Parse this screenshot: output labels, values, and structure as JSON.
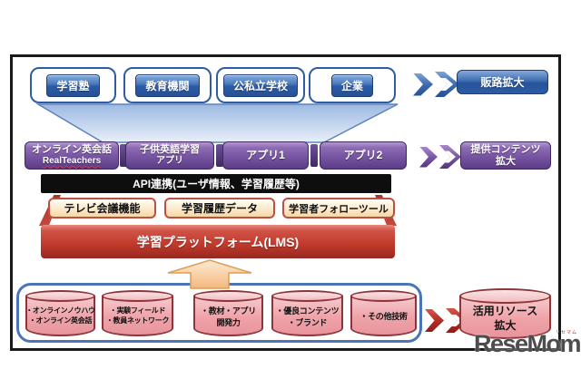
{
  "colors": {
    "frame_border": "#1a1a1a",
    "blue_accent": "#2e5da6",
    "purple_accent": "#6a4796",
    "red_accent": "#c0392b",
    "black_bar": "#0e0e0e",
    "cream_module": "#fbe9cb",
    "pink_cylinder": "#efa3a9",
    "orange_arrow": "#f8cf9f",
    "container_border": "#4a76b8"
  },
  "top_row": {
    "boxes": [
      {
        "label": "学習塾"
      },
      {
        "label": "教育機関"
      },
      {
        "label": "公私立学校"
      },
      {
        "label": "企業"
      }
    ],
    "target": {
      "label": "販路拡大"
    }
  },
  "app_row": {
    "boxes": [
      {
        "line1": "オンライン英会話",
        "line2": "RealTeachers"
      },
      {
        "line1": "子供英語学習",
        "line2": "アプリ"
      },
      {
        "line1": "アプリ1",
        "line2": ""
      },
      {
        "line1": "アプリ2",
        "line2": ""
      }
    ],
    "target": {
      "line1": "提供コンテンツ",
      "line2": "拡大"
    }
  },
  "api_bar": {
    "label": "API連携(ユーザ情報、学習履歴等)"
  },
  "platform": {
    "modules": [
      {
        "label": "テレビ会議機能"
      },
      {
        "label": "学習履歴データ"
      },
      {
        "label": "学習者フォローツール"
      }
    ],
    "label": "学習プラットフォーム(LMS)"
  },
  "resources": {
    "cylinders": [
      {
        "line1": "・オンラインノウハウ",
        "line2": "・オンライン英会話"
      },
      {
        "line1": "・実験フィールド",
        "line2": "・教員ネットワーク"
      },
      {
        "line1": "・教材・アプリ",
        "line2": "開発力"
      },
      {
        "line1": "・優良コンテンツ",
        "line2": "・ブランド"
      },
      {
        "line1": "・その他技術",
        "line2": ""
      }
    ],
    "target": {
      "line1": "活用リソース",
      "line2": "拡大"
    }
  },
  "watermark": {
    "text": "ReseMom.",
    "ruby": "リセマム"
  }
}
